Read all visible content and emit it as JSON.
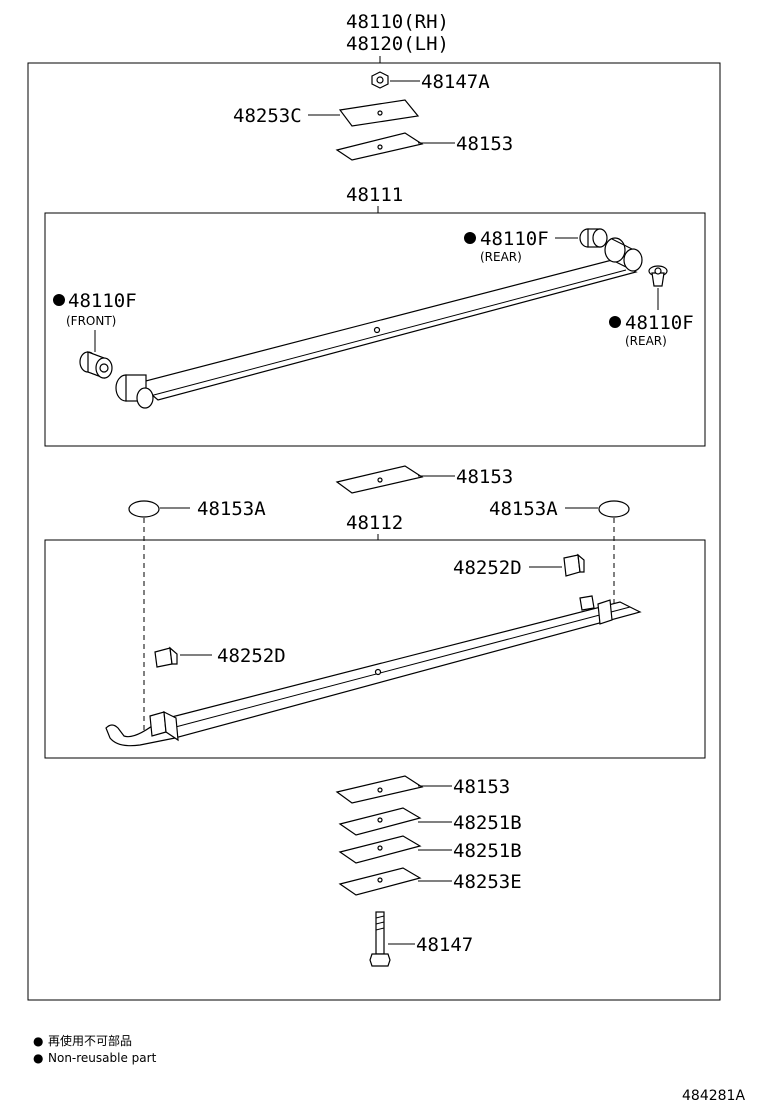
{
  "header": {
    "assembly_rh": "48110(RH)",
    "assembly_lh": "48120(LH)"
  },
  "labels": {
    "nut_top": "48147A",
    "plate_top_c": "48253C",
    "seat_top": "48153",
    "main_leaf": "48111",
    "bush_rear_upper": "48110F",
    "bush_rear_upper_note": "(REAR)",
    "bush_front": "48110F",
    "bush_front_note": "(FRONT)",
    "bush_rear_lower": "48110F",
    "bush_rear_lower_note": "(REAR)",
    "seat_mid": "48153",
    "pad_left": "48153A",
    "pad_right": "48153A",
    "second_leaf": "48112",
    "clip_upper": "48252D",
    "clip_lower": "48252D",
    "seat_bottom": "48153",
    "spacer_1": "48251B",
    "spacer_2": "48251B",
    "plate_bottom_e": "48253E",
    "bolt": "48147"
  },
  "legend": {
    "symbol": "●",
    "line_jp": "再使用不可部品",
    "line_en": "Non-reusable part"
  },
  "diagram_code": "484281A"
}
